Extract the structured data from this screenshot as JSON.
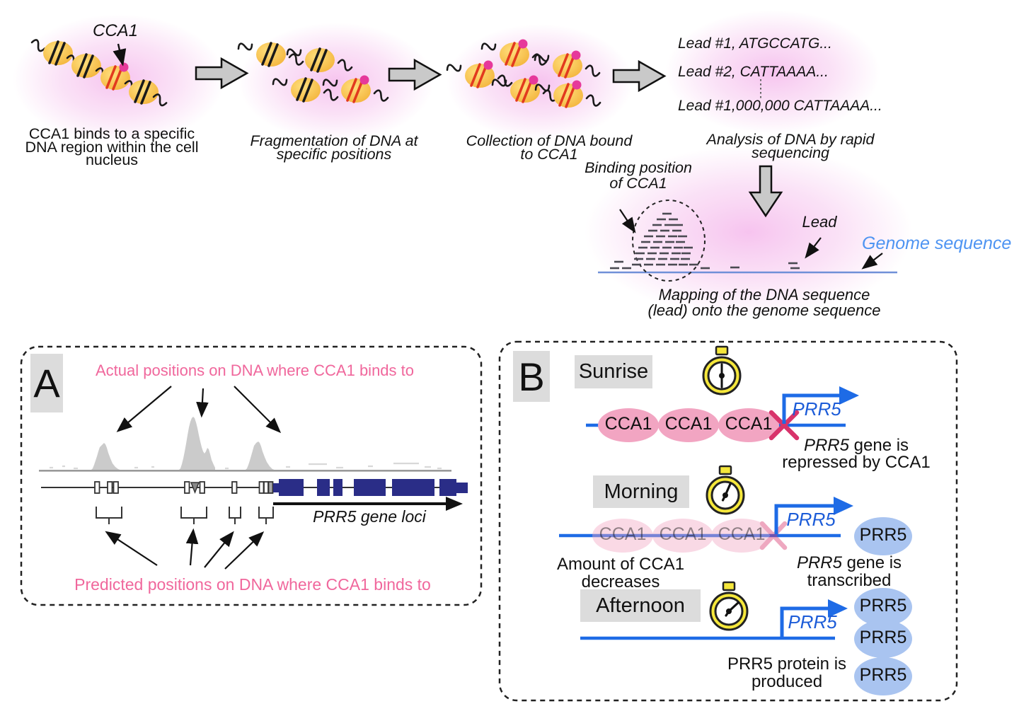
{
  "workflow": {
    "cca1_label": "CCA1",
    "step1_lines": [
      "CCA1 binds to a specific",
      "DNA region within the cell",
      "nucleus"
    ],
    "step2_lines": [
      "Fragmentation of DNA at",
      "specific positions"
    ],
    "step3_lines": [
      "Collection of DNA bound",
      "to CCA1"
    ],
    "step4_lines": [
      "Analysis of DNA by rapid",
      "sequencing"
    ],
    "reads": [
      "Lead #1, ATGCCATG...",
      "Lead #2, CATTAAAA...",
      "Lead #1,000,000 CATTAAAA..."
    ],
    "mapping": {
      "binding_lines": [
        "Binding position",
        "of CCA1"
      ],
      "lead_label": "Lead",
      "genome_label": "Genome sequence",
      "caption_lines": [
        "Mapping of the DNA sequence",
        "(lead) onto the genome sequence"
      ]
    }
  },
  "panel_a": {
    "label": "A",
    "actual_title": "Actual positions on DNA where CCA1 binds to",
    "gene_loci_label": "PRR5 gene loci",
    "predicted_title": "Predicted positions on DNA where CCA1 binds to"
  },
  "panel_b": {
    "label": "B",
    "sunrise": {
      "time": "Sunrise",
      "cca1": [
        "CCA1",
        "CCA1",
        "CCA1"
      ],
      "gene": "PRR5",
      "result": [
        "PRR5",
        " gene is",
        "repressed by CCA1"
      ]
    },
    "morning": {
      "time": "Morning",
      "cca1": [
        "CCA1",
        "CCA1",
        "CCA1"
      ],
      "gene": "PRR5",
      "protein": "PRR5",
      "note": [
        "Amount of CCA1",
        "decreases"
      ],
      "result": [
        "PRR5",
        " gene is",
        "transcribed"
      ]
    },
    "afternoon": {
      "time": "Afternoon",
      "gene": "PRR5",
      "proteins": [
        "PRR5",
        "PRR5",
        "PRR5"
      ],
      "note": [
        "PRR5 protein is",
        "produced"
      ]
    }
  },
  "colors": {
    "accent_pink_text": "#f0679c",
    "dna_blue": "#1e6be6",
    "prr5_text_blue": "#1c5cd8",
    "genome_sequence_blue": "#4e94f2",
    "genome_line_blue": "#7090d8",
    "exon_navy": "#2a2d87",
    "cca1_oval_pink": "#f2a5c2",
    "prr5_oval_blue": "#a9c4f0",
    "x_mark_crimson": "#d8336b",
    "clock_yellow": "#f5e73b",
    "nucleosome_yellow": "#f3b33a",
    "cca1_dot_pink": "#e6399b",
    "blob_pink": "#f6c4ee",
    "label_box_gray": "#dcdcdc"
  }
}
